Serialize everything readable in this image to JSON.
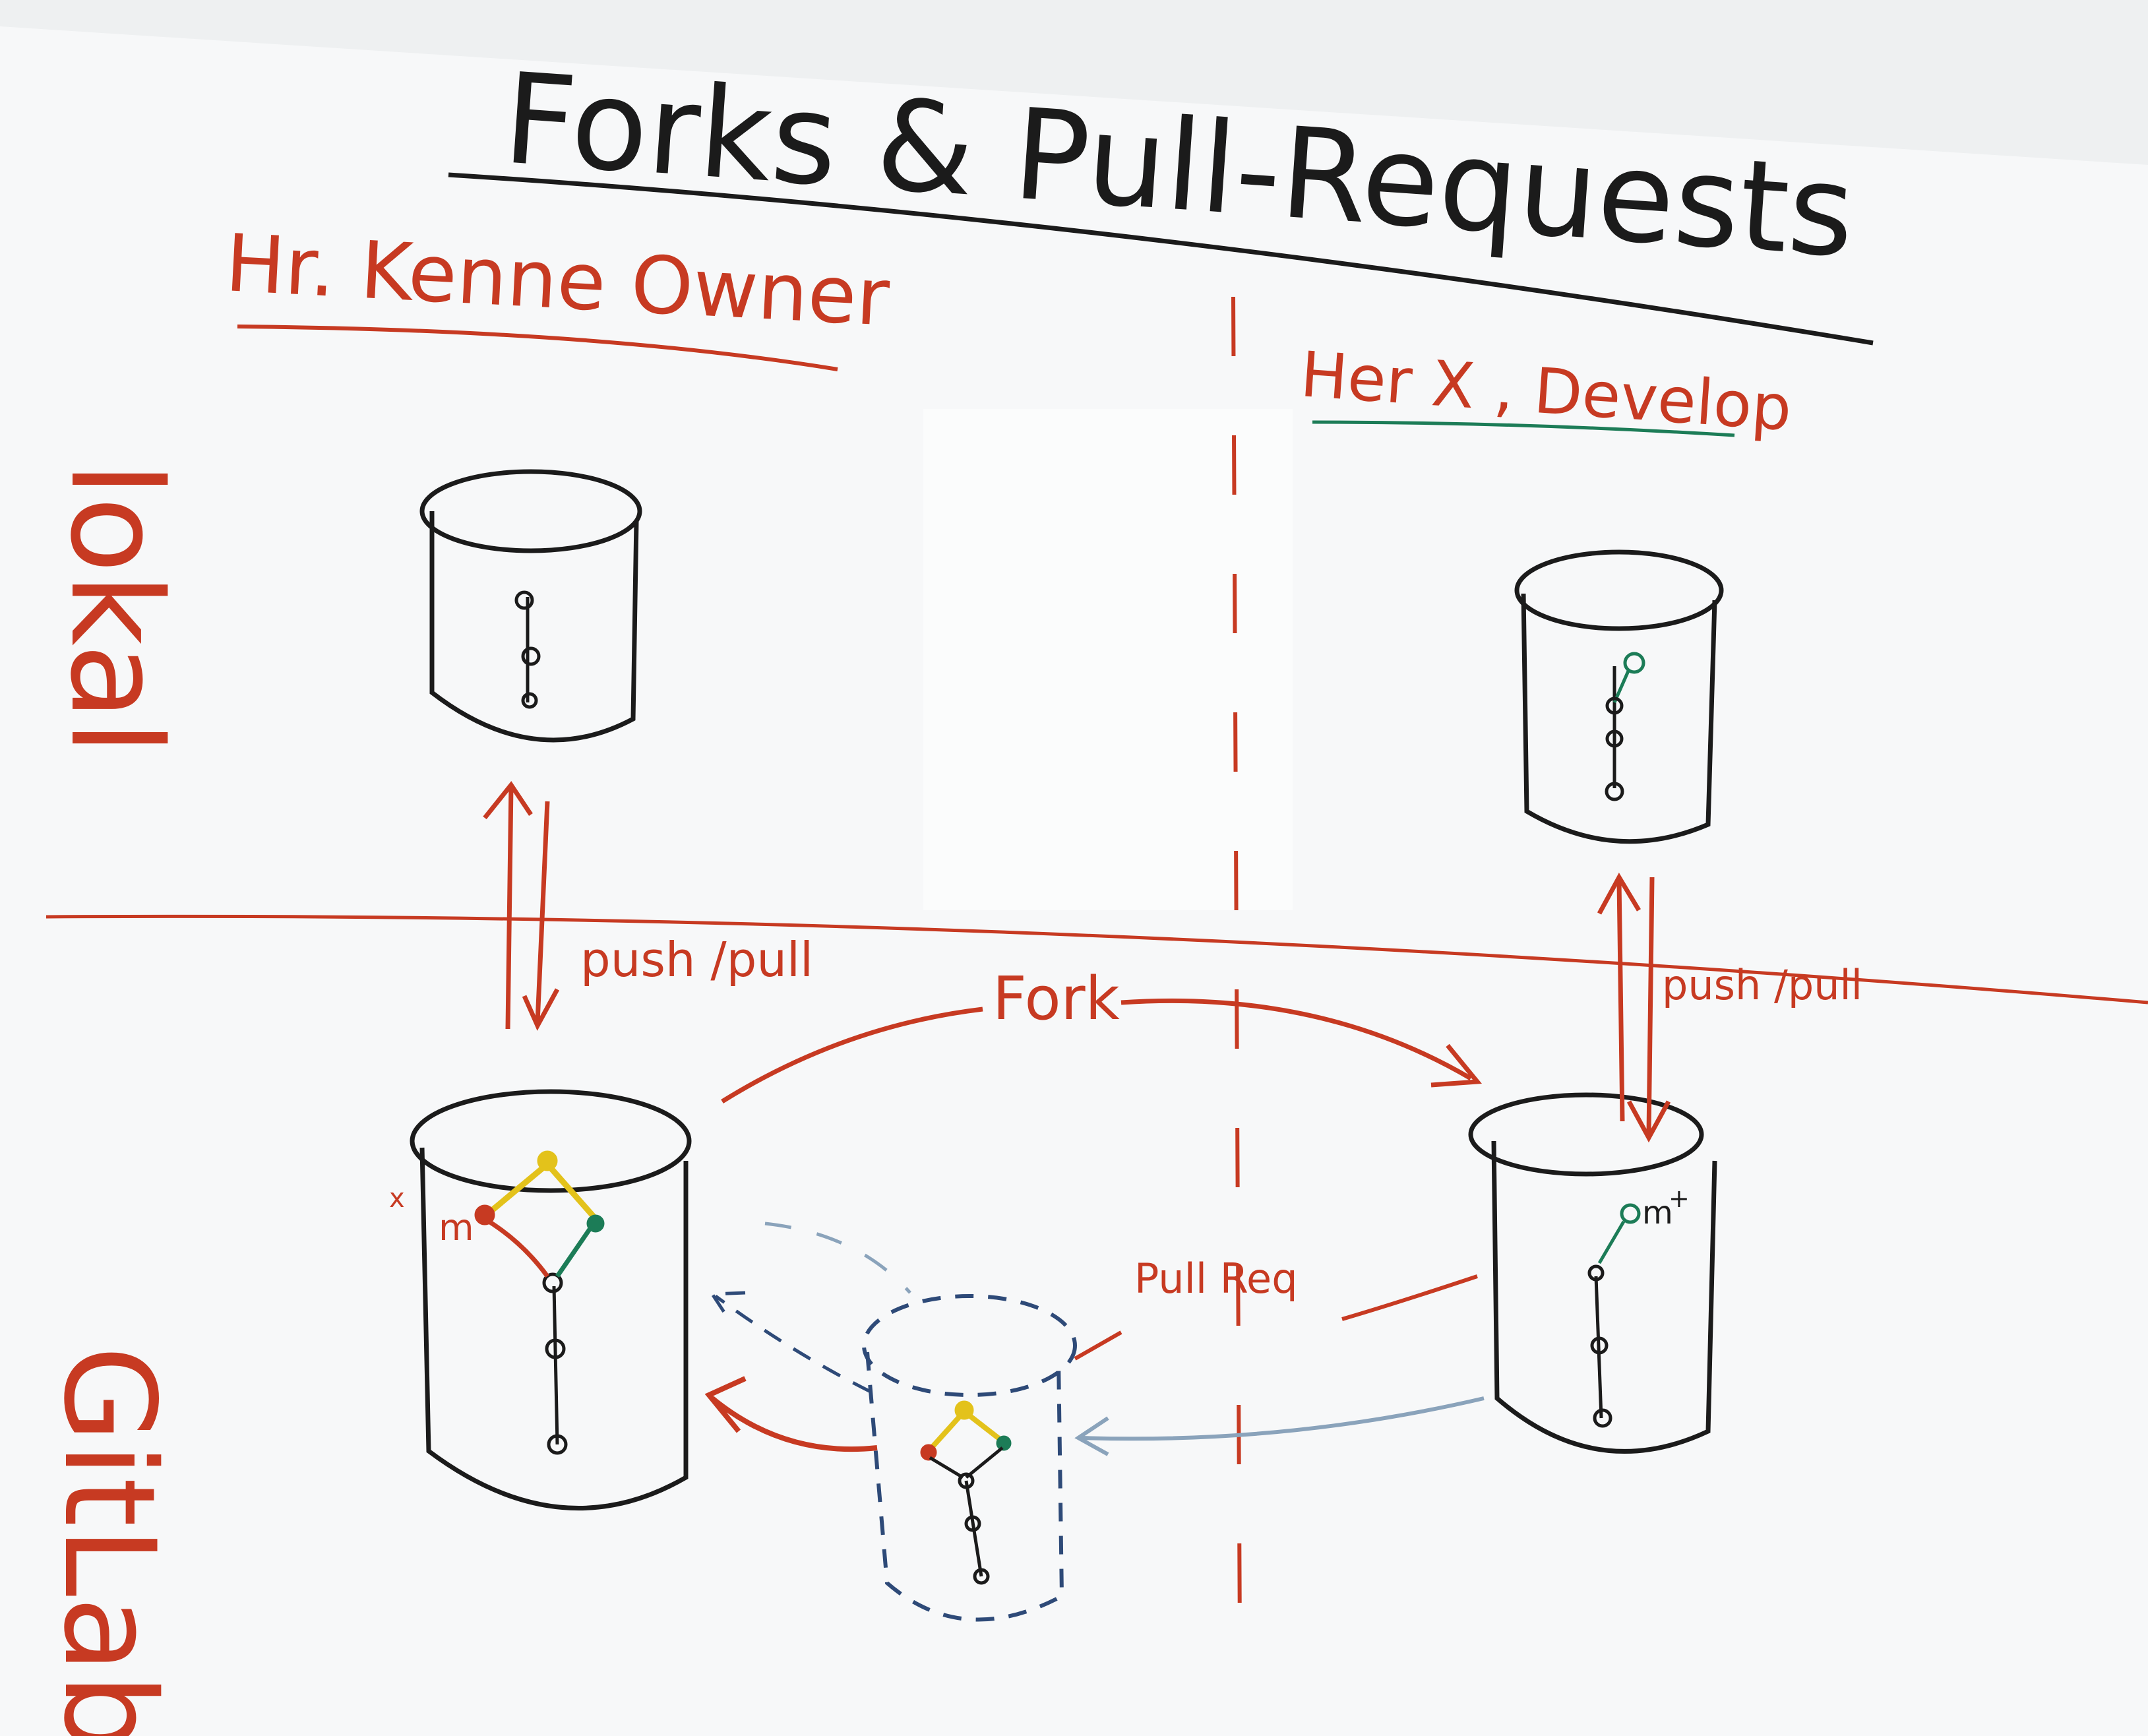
{
  "title": "Forks & Pull-Requests",
  "owner_label": "Hr. Kenne  Owner",
  "developer_label": "Her X , Develop",
  "side_labels": {
    "top": "lokal",
    "bottom": "GitLab"
  },
  "arrow_labels": {
    "owner_sync": "push /pull",
    "developer_sync": "push /pull",
    "fork": "Fork",
    "pull_request": "Pull Req"
  },
  "commit_marks": {
    "owner_branch": "m",
    "owner_branch_suffix": "x",
    "developer_branch": "m",
    "developer_branch_suffix": "+"
  },
  "colors": {
    "board": "#f7f8f9",
    "black_marker": "#1b1b1b",
    "red_marker": "#c73a22",
    "green_marker": "#1c7c57",
    "blue_marker": "#2e4a78",
    "yellow_marker": "#e3c21b"
  }
}
